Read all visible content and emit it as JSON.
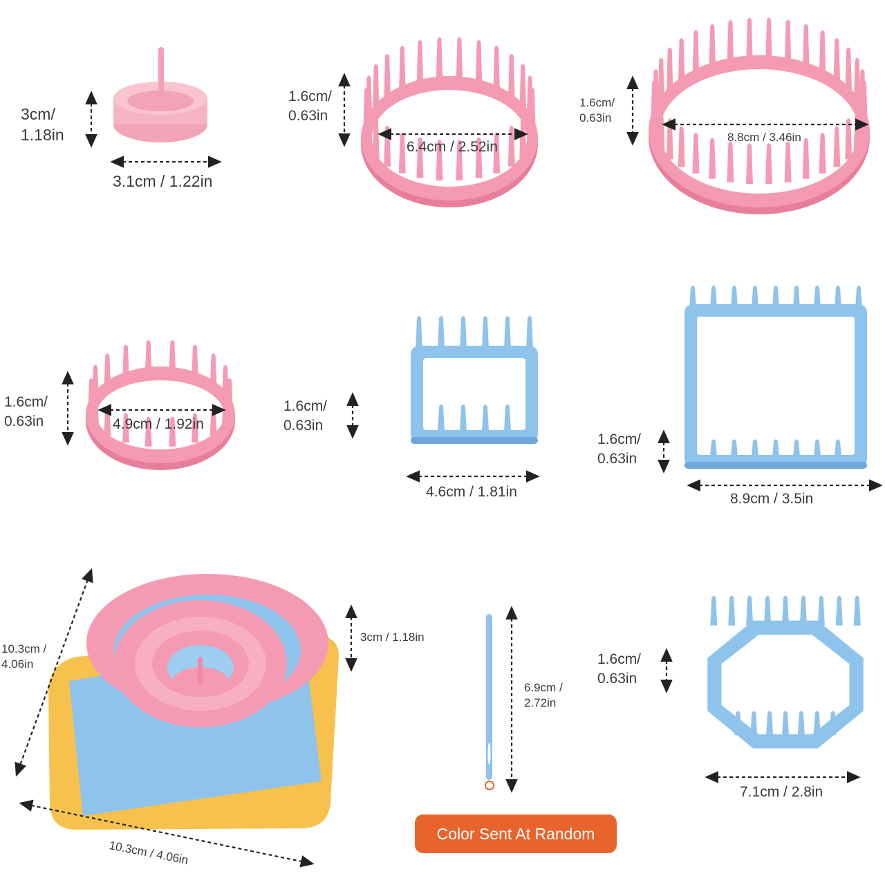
{
  "items": [
    {
      "height": "3cm/\n1.18in",
      "width": "3.1cm / 1.22in"
    },
    {
      "height": "1.6cm/\n0.63in",
      "width": "6.4cm / 2.52in"
    },
    {
      "height": "1.6cm/\n0.63in",
      "width": "8.8cm / 3.46in"
    },
    {
      "height": "1.6cm/\n0.63in",
      "width": "4.9cm / 1.92in"
    },
    {
      "height": "1.6cm/\n0.63in",
      "width": "4.6cm / 1.81in"
    },
    {
      "height": "1.6cm/\n0.63in",
      "width": "8.9cm / 3.5in"
    },
    {
      "side": "10.3cm /\n4.06in",
      "bottom": "10.3cm / 4.06in",
      "height": "3cm / 1.18in"
    },
    {
      "length": "6.9cm /\n2.72in"
    },
    {
      "height": "1.6cm/\n0.63in",
      "width": "7.1cm / 2.8in"
    }
  ],
  "badge_text": "Color Sent At Random",
  "colors": {
    "pink": "#f59ab3",
    "pink_dark": "#e77f9c",
    "blue": "#8ec3ec",
    "blue_dark": "#6da8d8",
    "yellow": "#f6c14d",
    "badge": "#e8642c"
  }
}
